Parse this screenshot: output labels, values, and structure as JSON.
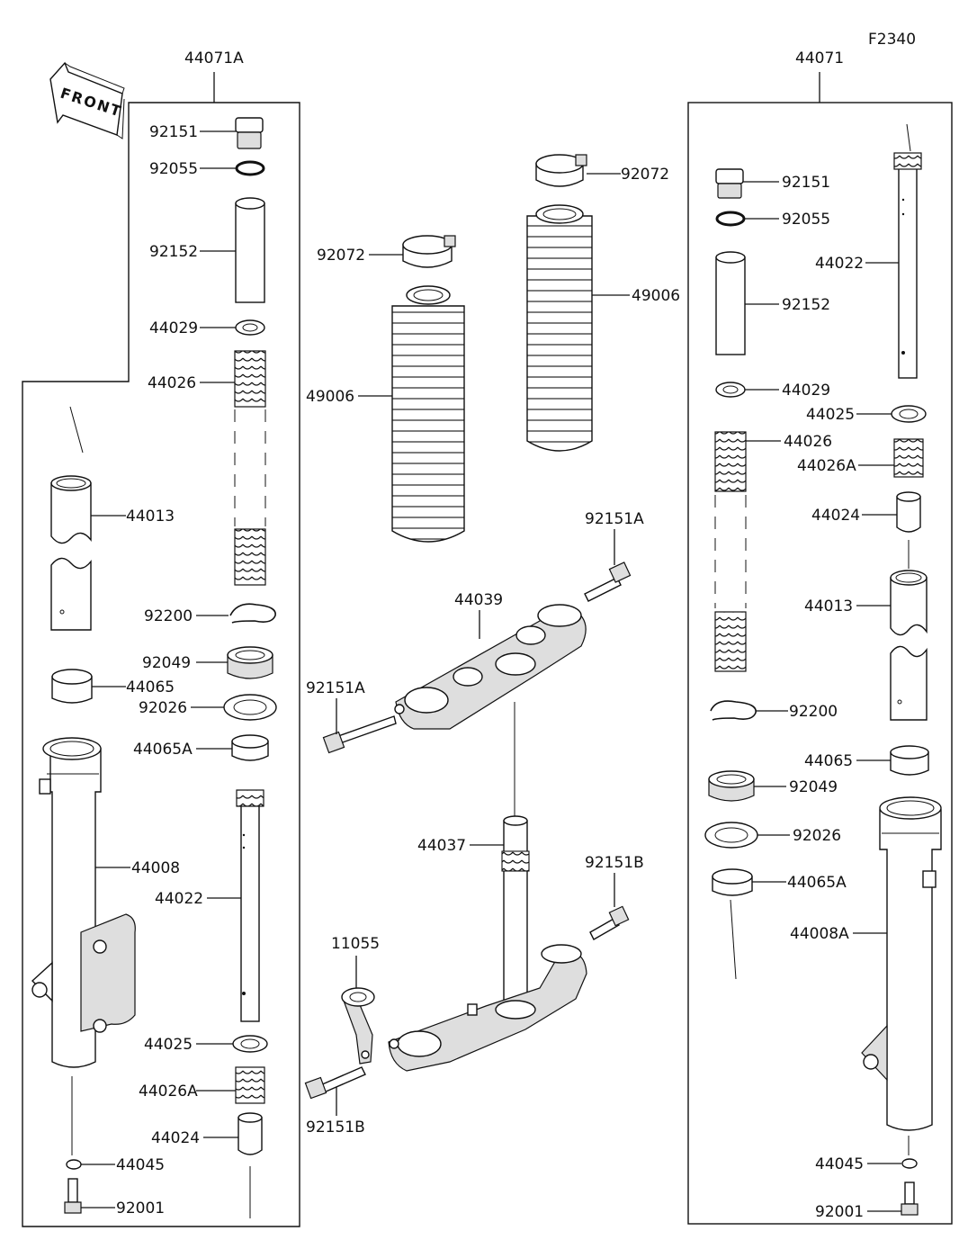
{
  "figure_code": "F2340",
  "front_arrow_label": "FRONT",
  "assemblies": {
    "left": "44071A",
    "right": "44071"
  },
  "callouts": {
    "l_92151": "92151",
    "l_92055": "92055",
    "l_92152": "92152",
    "l_44029": "44029",
    "l_44026": "44026",
    "l_44013": "44013",
    "l_92200": "92200",
    "l_92049": "92049",
    "l_44065": "44065",
    "l_92026": "92026",
    "l_44065A": "44065A",
    "l_44008": "44008",
    "l_44022": "44022",
    "l_44025": "44025",
    "l_44026A": "44026A",
    "l_44024": "44024",
    "l_44045": "44045",
    "l_92001": "92001",
    "c_92072a": "92072",
    "c_92072b": "92072",
    "c_49006a": "49006",
    "c_49006b": "49006",
    "c_92151A_top": "92151A",
    "c_44039": "44039",
    "c_92151A_left": "92151A",
    "c_44037": "44037",
    "c_92151B_right": "92151B",
    "c_11055": "11055",
    "c_92151B_bottom": "92151B",
    "r_92151": "92151",
    "r_92055": "92055",
    "r_44022": "44022",
    "r_92152": "92152",
    "r_44029": "44029",
    "r_44025": "44025",
    "r_44026": "44026",
    "r_44026A": "44026A",
    "r_44024": "44024",
    "r_44013": "44013",
    "r_92200": "92200",
    "r_44065": "44065",
    "r_92049": "92049",
    "r_92026": "92026",
    "r_44065A": "44065A",
    "r_44008A": "44008A",
    "r_44045": "44045",
    "r_92001": "92001"
  }
}
